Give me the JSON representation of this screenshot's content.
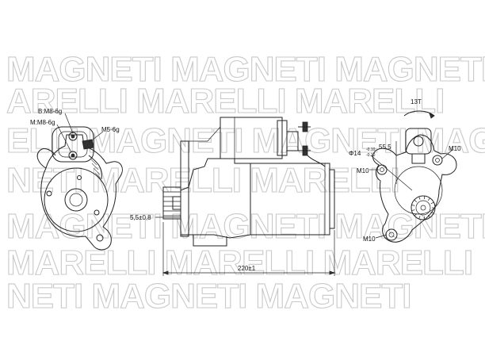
{
  "watermark": {
    "text": "MAGNETI MARELLI",
    "rows": [
      "MAGNETI MAGNETI MAGNETI",
      "ARELLI MARELLI MARELLI",
      "ELLI MAGNETI MAGNETI MAG",
      "NETI MARELLI MARELLI",
      "MAGNETI MAGNETI MAGNETI",
      "MARELLI MARELLI MARELLI",
      "NETI MAGNETI MAGNETI"
    ]
  },
  "labels": {
    "b_thread": "B:M8-6g",
    "m_thread": "M:M8-6g",
    "m5_thread": "M5-6g",
    "flange_thickness": "5,5±0,8",
    "total_length": "220±1",
    "teeth": "13T",
    "pinion_diameter": "Φ14",
    "pinion_tolerance": "-0.10",
    "pinion_tolerance_top": "-0.10",
    "offset": "55,5",
    "bolt_top_right": "M10",
    "bolt_left": "M10",
    "bolt_bottom": "M10"
  },
  "colors": {
    "line": "#222222",
    "watermark": "#c9c9c9"
  }
}
